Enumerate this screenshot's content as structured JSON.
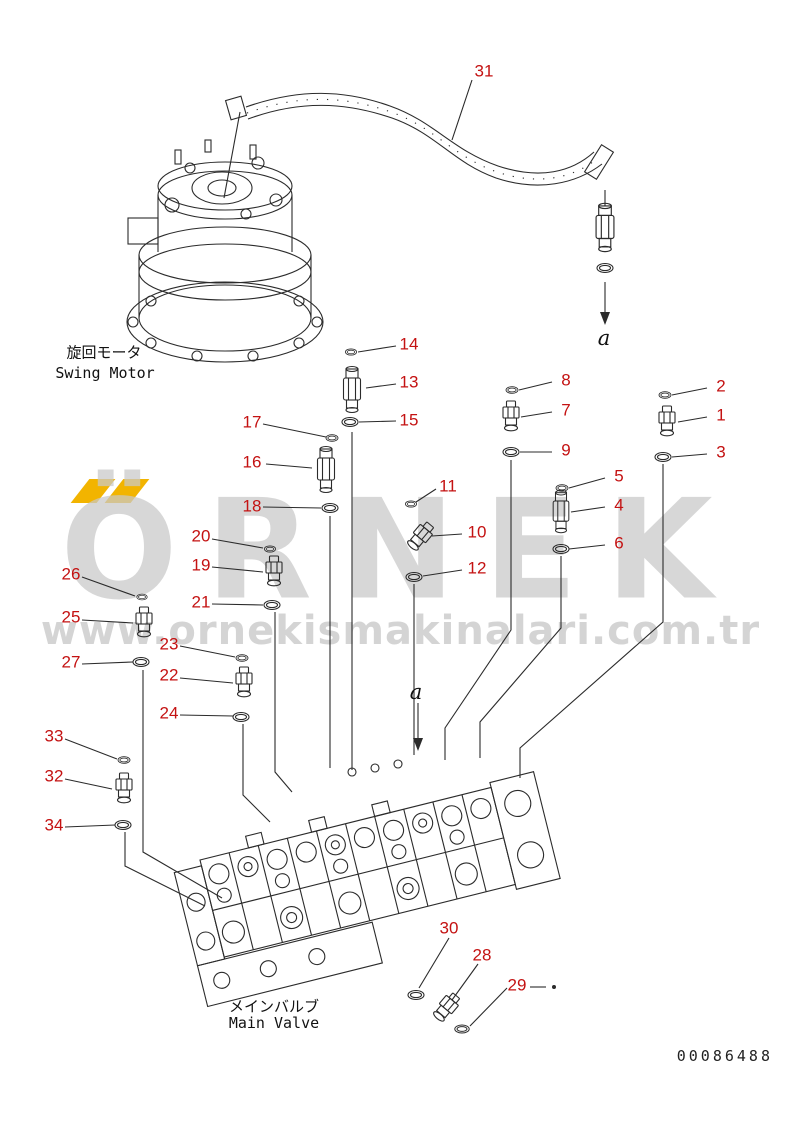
{
  "document": {
    "number": "00086488"
  },
  "watermark": {
    "name": "ÖRNEK",
    "url": "www.ornekismakinalari.com.tr"
  },
  "labels": {
    "swing_motor_jp": "旋回モータ",
    "swing_motor_en": "Swing Motor",
    "main_valve_jp": "メインバルブ",
    "main_valve_en": "Main Valve",
    "ref_a_top": "a",
    "ref_a_mid": "a"
  },
  "callouts": {
    "n1": "1",
    "n2": "2",
    "n3": "3",
    "n4": "4",
    "n5": "5",
    "n6": "6",
    "n7": "7",
    "n8": "8",
    "n9": "9",
    "n10": "10",
    "n11": "11",
    "n12": "12",
    "n13": "13",
    "n14": "14",
    "n15": "15",
    "n16": "16",
    "n17": "17",
    "n18": "18",
    "n19": "19",
    "n20": "20",
    "n21": "21",
    "n22": "22",
    "n23": "23",
    "n24": "24",
    "n25": "25",
    "n26": "26",
    "n27": "27",
    "n28": "28",
    "n29": "29",
    "n30": "30",
    "n31": "31",
    "n32": "32",
    "n33": "33",
    "n34": "34"
  },
  "colors": {
    "callout": "#c41212",
    "line": "#2b2b2b",
    "watermark_text": "#c9c9c9",
    "watermark_accent": "#f2b400"
  }
}
